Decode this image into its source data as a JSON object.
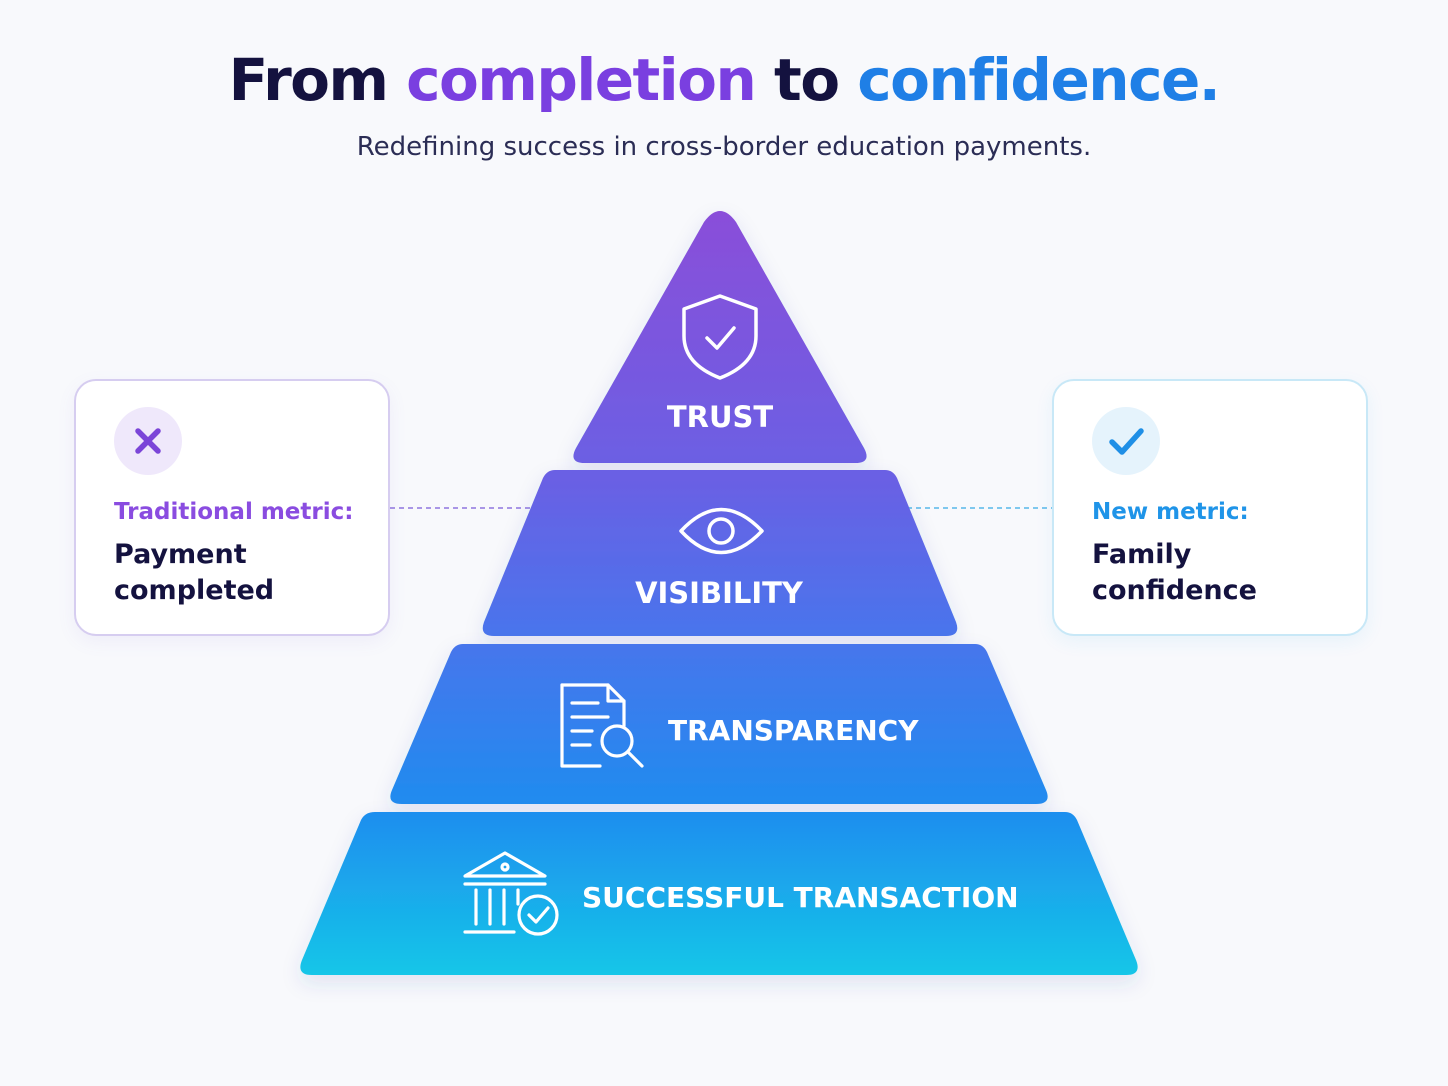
{
  "header": {
    "title_part1": "From",
    "title_highlight1": "completion",
    "title_part2": "to",
    "title_highlight2": "confidence.",
    "subtitle": "Redefining success in cross-border education payments."
  },
  "pyramid": {
    "tiers": [
      {
        "label": "TRUST",
        "icon": "shield-check-icon"
      },
      {
        "label": "VISIBILITY",
        "icon": "eye-icon"
      },
      {
        "label": "TRANSPARENCY",
        "icon": "document-search-icon"
      },
      {
        "label": "SUCCESSFUL TRANSACTION",
        "icon": "bank-check-icon"
      }
    ]
  },
  "left_card": {
    "icon": "x-icon",
    "kicker": "Traditional metric:",
    "value": "Payment completed"
  },
  "right_card": {
    "icon": "check-icon",
    "kicker": "New metric:",
    "value": "Family confidence"
  },
  "colors": {
    "title_dark": "#14123f",
    "accent_purple": "#7a3fe0",
    "accent_blue": "#1f7fe6",
    "tier_top": "#8650dc",
    "tier_bottom": "#15c6e8"
  }
}
